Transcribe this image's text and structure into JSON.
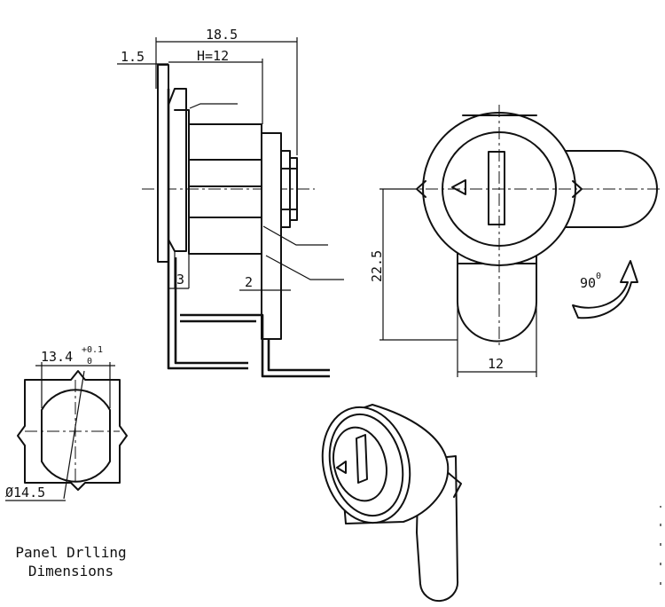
{
  "dimensions": {
    "overall_length": "18.5",
    "flange": "1.5",
    "body_height": "H=12",
    "cam_offset": "3",
    "cam_thickness": "2",
    "cam_length": "22.5",
    "cam_width": "12",
    "rotation": "90",
    "rotation_sup": "0",
    "drill_flat": "13.4",
    "drill_tol_upper": "+0.1",
    "drill_tol_lower": "0",
    "drill_diameter": "Ø14.5"
  },
  "caption": {
    "line1": "Panel Drlling",
    "line2": "Dimensions"
  }
}
